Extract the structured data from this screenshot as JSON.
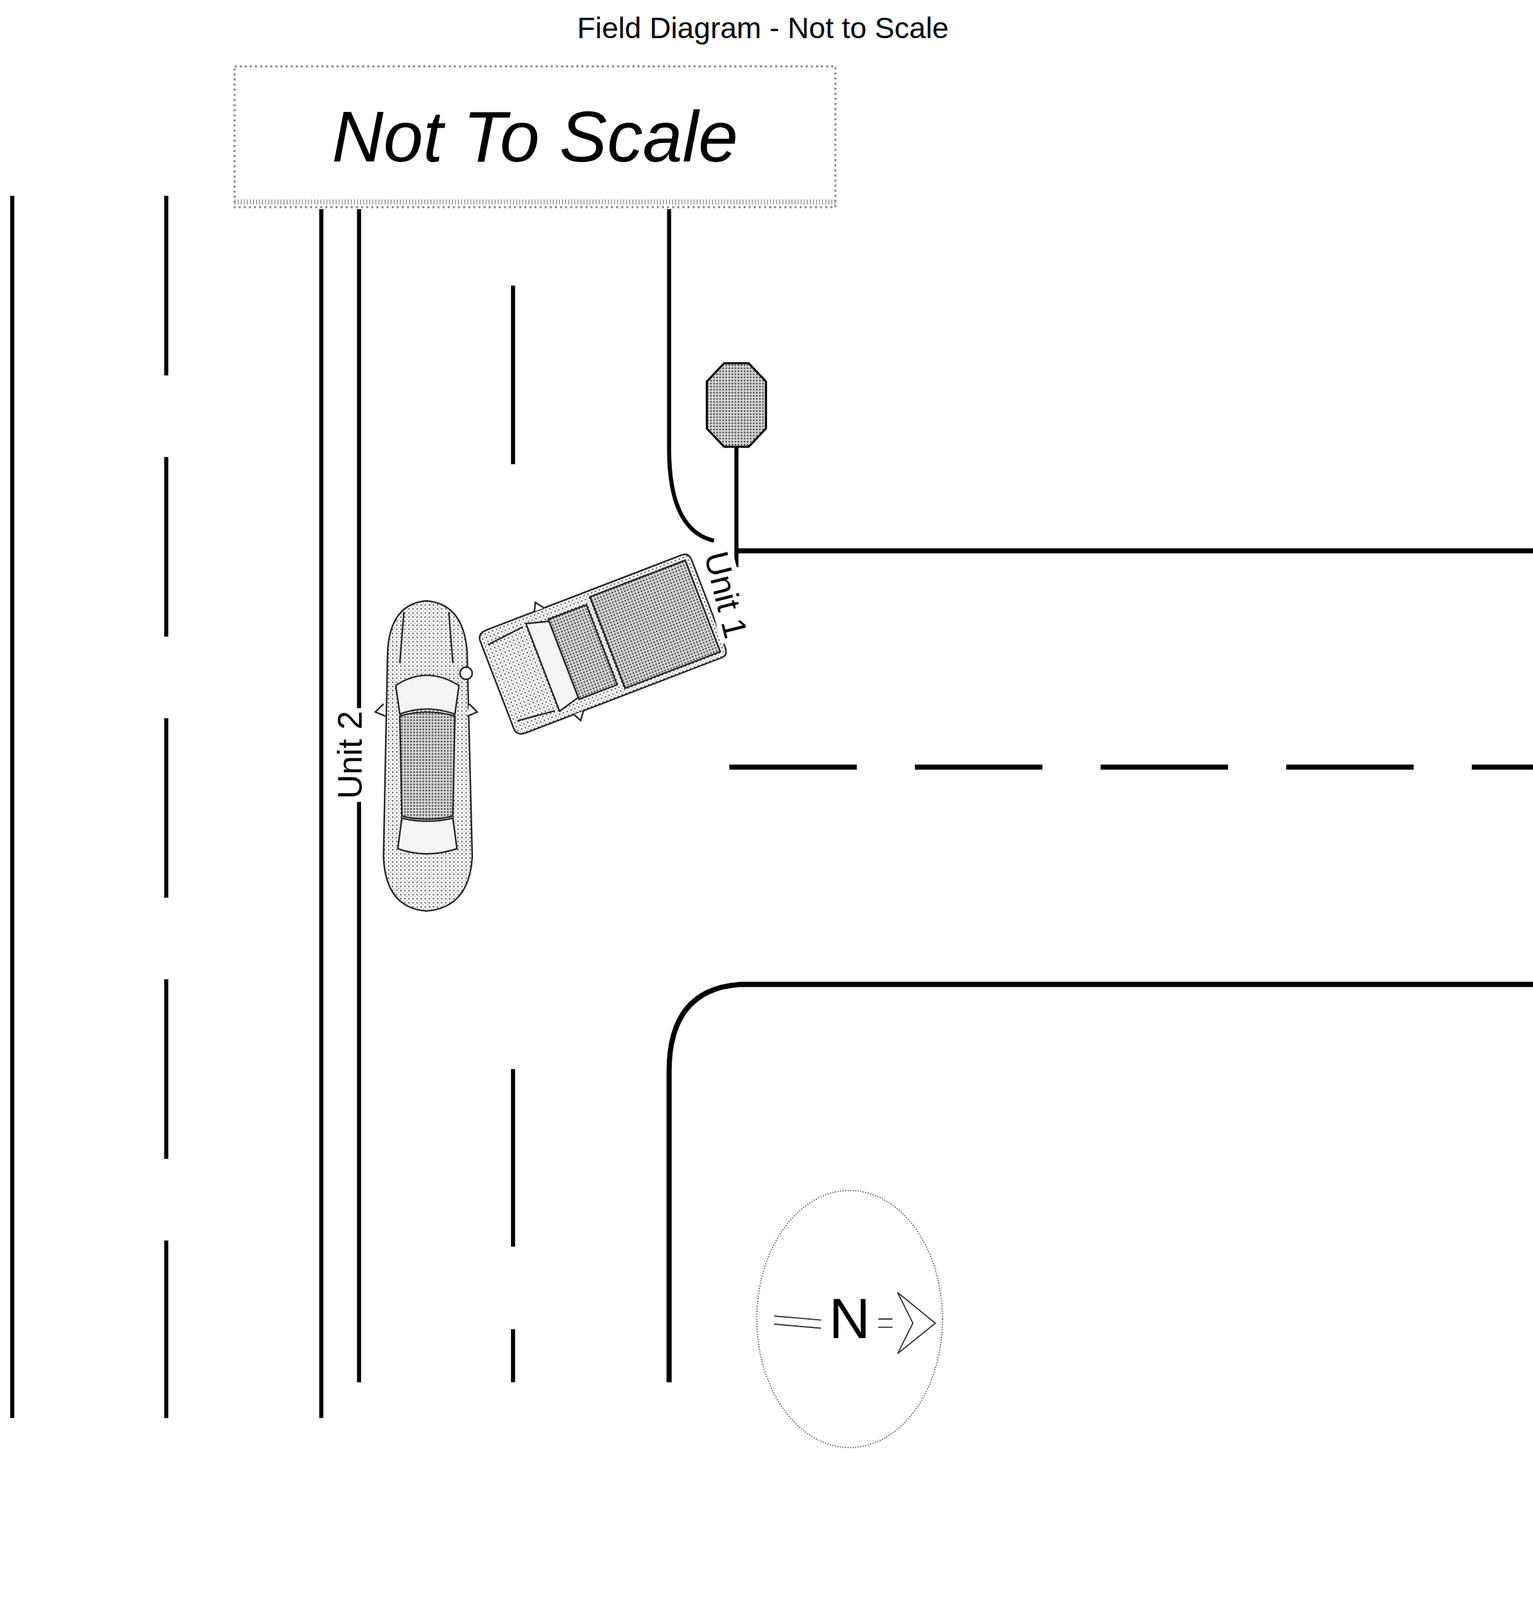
{
  "diagram": {
    "title": "Field Diagram - Not to Scale",
    "nodes": [
      {
        "text": [
          "Not To Scale"
        ]
      },
      {
        "text": [
          "N"
        ]
      }
    ],
    "labels": [
      "Unit 1",
      "Unit 2"
    ]
  }
}
